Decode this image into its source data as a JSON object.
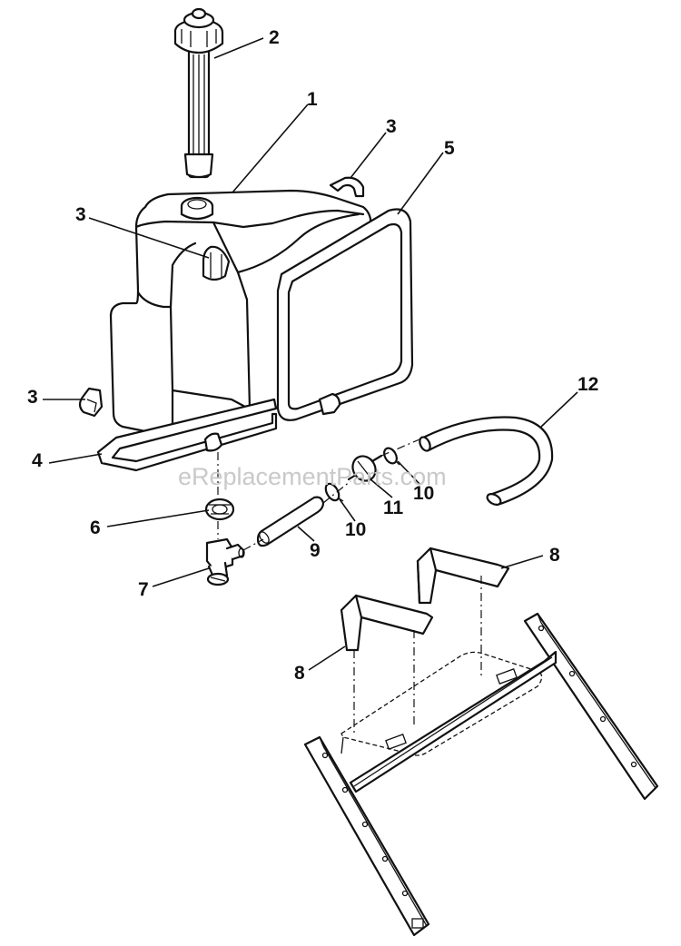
{
  "watermark": "eReplacementParts.com",
  "callouts": {
    "c1": "1",
    "c2": "2",
    "c3a": "3",
    "c3b": "3",
    "c3c": "3",
    "c4": "4",
    "c5": "5",
    "c6": "6",
    "c7": "7",
    "c8a": "8",
    "c8b": "8",
    "c9": "9",
    "c10a": "10",
    "c10b": "10",
    "c11": "11",
    "c12": "12"
  }
}
